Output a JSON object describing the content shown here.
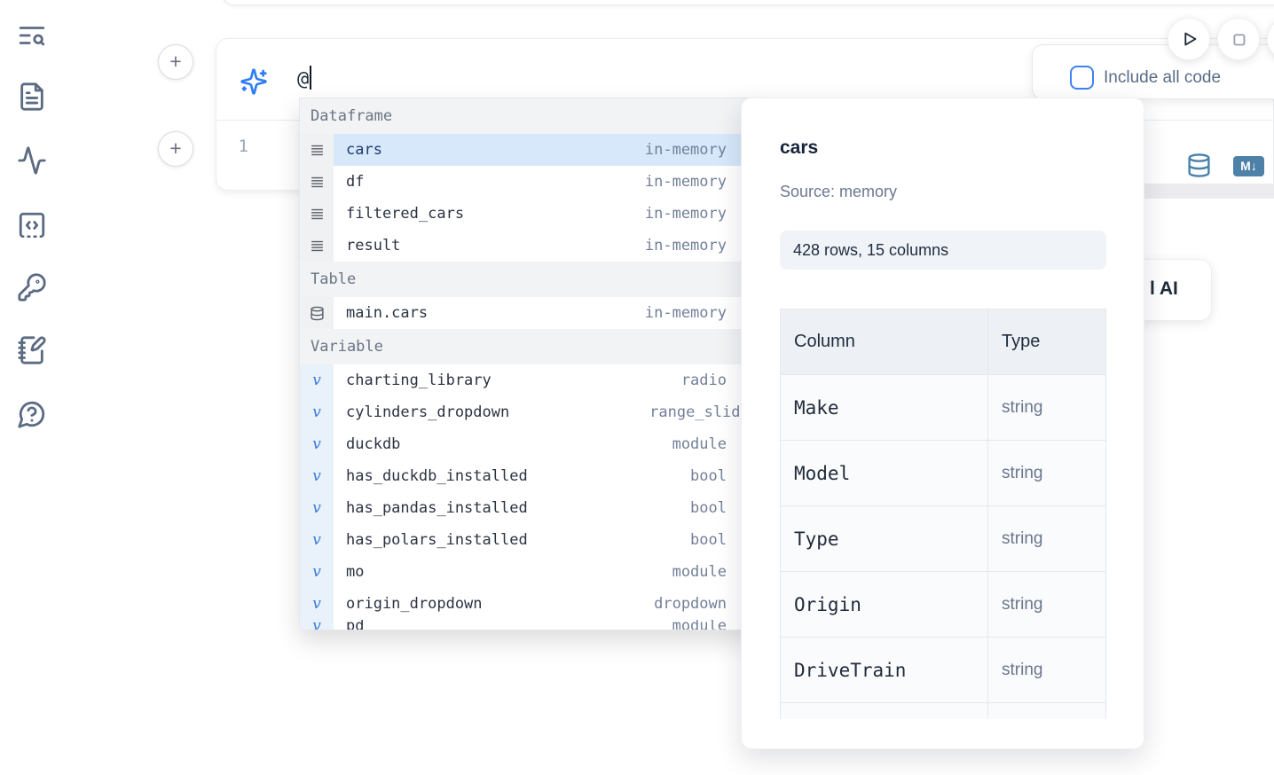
{
  "colors": {
    "accent_blue": "#2f7df6",
    "selection_bg": "#d7e8fa",
    "markdown_badge_bg": "#4e81a8",
    "checkbox_border": "#3e82f5"
  },
  "sidebar": {
    "items": [
      {
        "icon": "text-search-icon"
      },
      {
        "icon": "file-text-icon"
      },
      {
        "icon": "activity-icon"
      },
      {
        "icon": "code-square-icon"
      },
      {
        "icon": "key-icon"
      },
      {
        "icon": "notebook-pen-icon"
      },
      {
        "icon": "help-bubble-icon"
      }
    ]
  },
  "toolbar": {
    "include_all_code_label": "Include all code",
    "include_all_code_checked": false
  },
  "ai_prompt": {
    "value": "@"
  },
  "cell": {
    "line_number": "1",
    "markdown_badge": "M↓"
  },
  "ai_button_fragment": {
    "visible_label": "l AI"
  },
  "autocomplete": {
    "sections": [
      {
        "label": "Dataframe",
        "item_icon": "rows-icon",
        "items": [
          {
            "name": "cars",
            "type": "in-memory",
            "selected": true
          },
          {
            "name": "df",
            "type": "in-memory"
          },
          {
            "name": "filtered_cars",
            "type": "in-memory"
          },
          {
            "name": "result",
            "type": "in-memory"
          }
        ]
      },
      {
        "label": "Table",
        "item_icon": "database-icon",
        "items": [
          {
            "name": "main.cars",
            "type": "in-memory"
          }
        ]
      },
      {
        "label": "Variable",
        "item_icon": "variable-icon",
        "items": [
          {
            "name": "charting_library",
            "type": "radio"
          },
          {
            "name": "cylinders_dropdown",
            "type": "range_slider",
            "clipped": true
          },
          {
            "name": "duckdb",
            "type": "module"
          },
          {
            "name": "has_duckdb_installed",
            "type": "bool"
          },
          {
            "name": "has_pandas_installed",
            "type": "bool"
          },
          {
            "name": "has_polars_installed",
            "type": "bool"
          },
          {
            "name": "mo",
            "type": "module"
          },
          {
            "name": "origin_dropdown",
            "type": "dropdown"
          },
          {
            "name": "pd",
            "type": "module",
            "partial": true
          }
        ]
      }
    ]
  },
  "panel": {
    "title": "cars",
    "source": "Source: memory",
    "shape_badge": "428 rows, 15 columns",
    "table": {
      "headers": [
        "Column",
        "Type"
      ],
      "rows": [
        [
          "Make",
          "string"
        ],
        [
          "Model",
          "string"
        ],
        [
          "Type",
          "string"
        ],
        [
          "Origin",
          "string"
        ],
        [
          "DriveTrain",
          "string"
        ],
        [
          "",
          ""
        ]
      ]
    }
  }
}
